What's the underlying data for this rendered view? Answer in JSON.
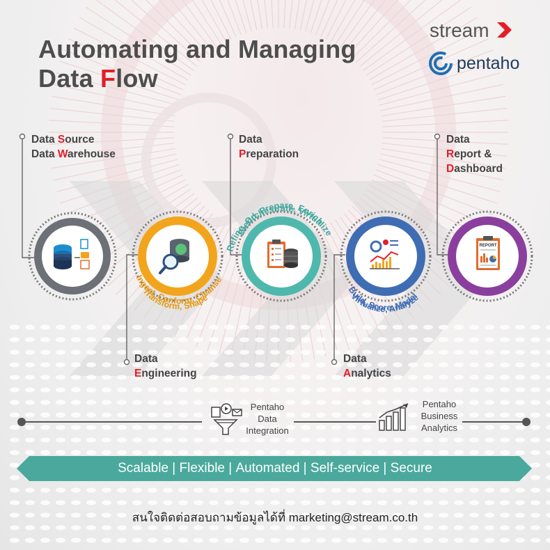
{
  "title": {
    "line1": "Automating and Managing",
    "line2_prefix": "Data ",
    "line2_accent": "F",
    "line2_suffix": "low"
  },
  "brands": {
    "stream": "stream",
    "pentaho": "pentaho"
  },
  "stages": [
    {
      "lines": [
        [
          "Data ",
          "S",
          "ource"
        ],
        [
          "Data ",
          "W",
          "arehouse"
        ]
      ],
      "arc_text": "",
      "ring_color": "#6d7177"
    },
    {
      "lines": [
        [
          "Data",
          "",
          ""
        ],
        [
          "",
          "E",
          "ngineering"
        ]
      ],
      "arc_text": "Ingest, Conform, Cleanse",
      "arc_text2": "Transform, Shape",
      "ring_color": "#f2a51c"
    },
    {
      "lines": [
        [
          "Data",
          "",
          ""
        ],
        [
          "",
          "P",
          "reparation"
        ]
      ],
      "arc_text": "Blend, Prepare, Enrich",
      "arc_text2": "Refine, Orchestrate, Virtualize",
      "ring_color": "#4fb8ad"
    },
    {
      "lines": [
        [
          "Data",
          "",
          ""
        ],
        [
          "",
          "A",
          "nalytics"
        ]
      ],
      "arc_text": "Build, Score, Model",
      "arc_text2": "Virtualize, Analyze",
      "ring_color": "#3f6db3"
    },
    {
      "lines": [
        [
          "Data",
          "",
          ""
        ],
        [
          "",
          "R",
          "eport &"
        ],
        [
          "",
          "D",
          "ashboard"
        ]
      ],
      "arc_text": "",
      "ring_color": "#8a3f9e"
    }
  ],
  "tools": {
    "integration": "Pentaho\nData\nIntegration",
    "analytics": "Pentaho\nBusiness\nAnalytics"
  },
  "report_icon_label": "REPORT",
  "banner": {
    "items": [
      "Scalable",
      "Flexible",
      "Automated",
      "Self-service",
      "Secure"
    ],
    "separator": " | ",
    "color": "#4aa99c"
  },
  "contact": "สนใจติดต่อสอบถามข้อมูลได้ที่ marketing@stream.co.th"
}
